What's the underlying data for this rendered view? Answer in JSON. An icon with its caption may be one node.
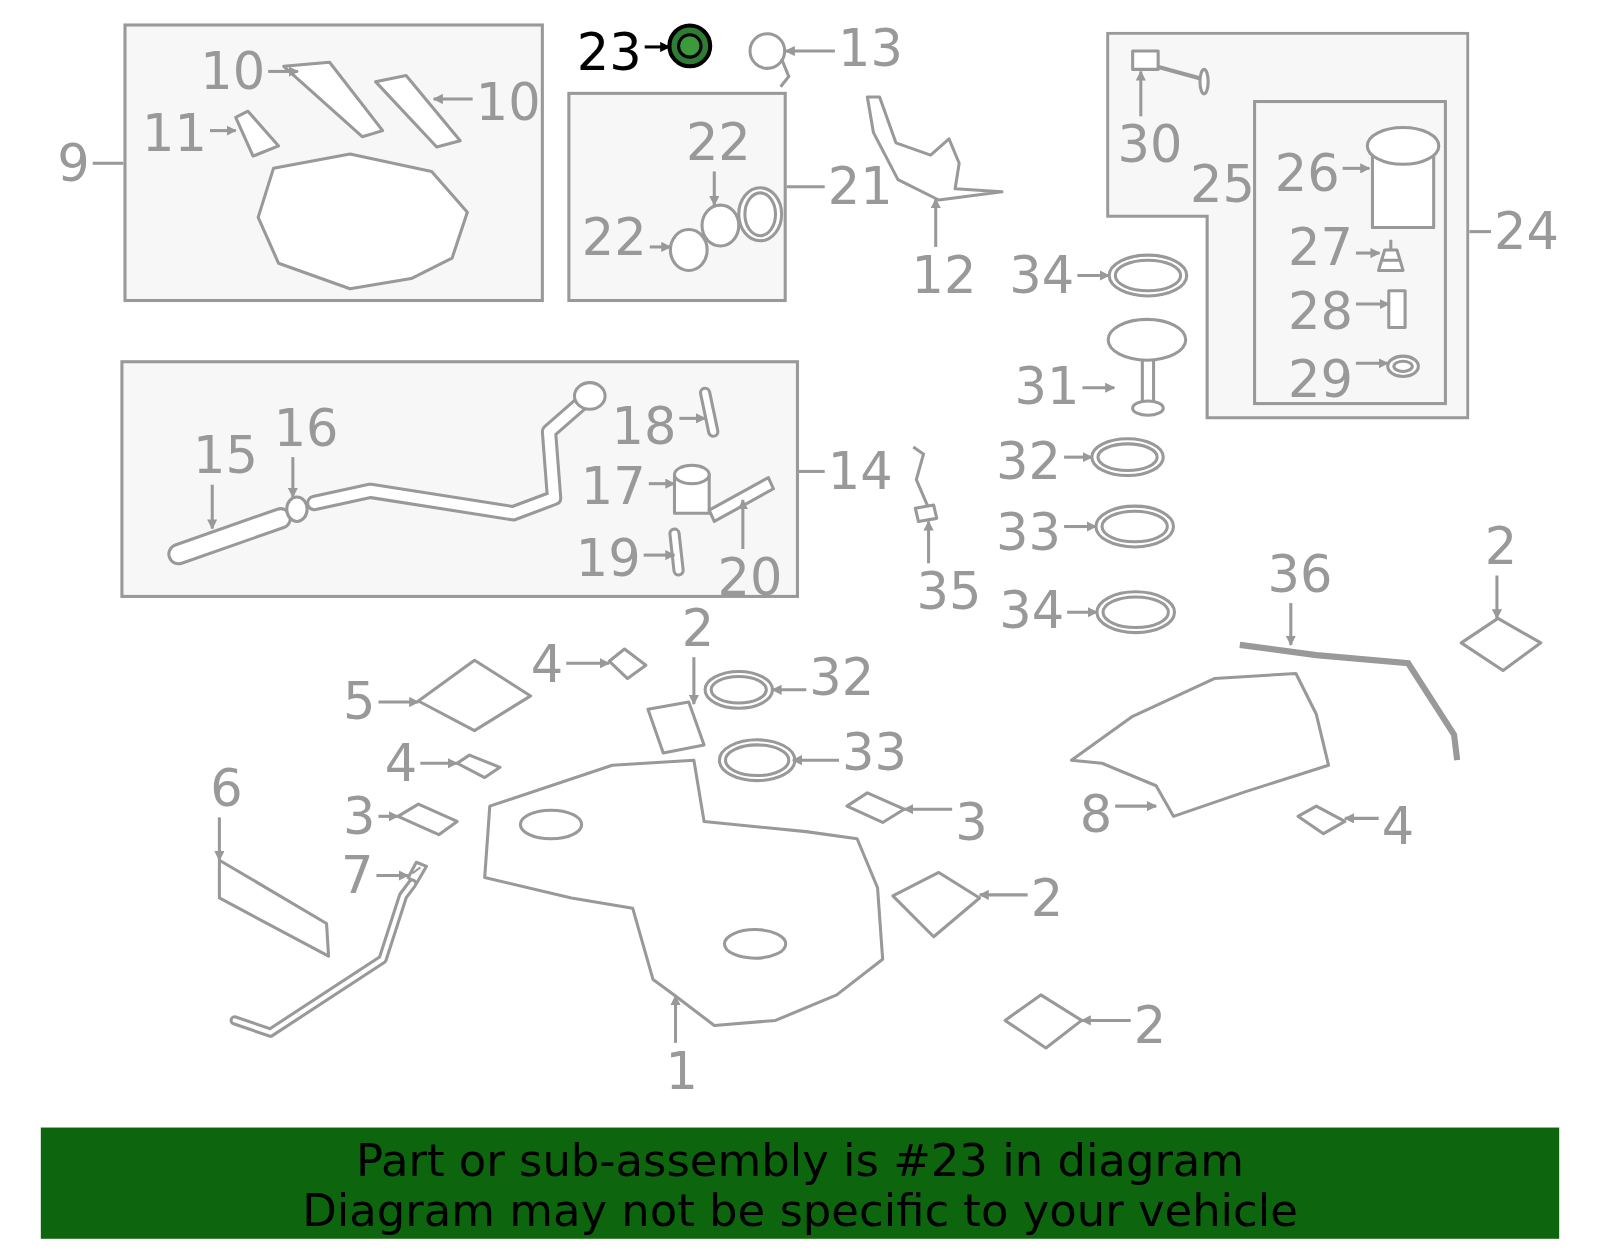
{
  "diagram": {
    "nodes": [
      {
        "text": [],
        "shape": "box"
      },
      {
        "text": [
          "10"
        ],
        "in": 0
      },
      {
        "text": [
          "10"
        ],
        "in": 0
      },
      {
        "text": [
          "11"
        ],
        "in": 0
      },
      {
        "text": [
          "9"
        ]
      },
      {
        "text": [
          "23"
        ]
      },
      {
        "text": [
          "13"
        ]
      },
      {
        "text": [],
        "shape": "box"
      },
      {
        "text": [
          "22"
        ],
        "in": 7
      },
      {
        "text": [
          "22"
        ],
        "in": 7
      },
      {
        "text": [
          "21"
        ]
      },
      {
        "text": [
          "12"
        ]
      },
      {
        "text": [],
        "shape": "box"
      },
      {
        "text": [
          "30"
        ],
        "in": 12
      },
      {
        "text": [
          "25"
        ],
        "in": 12
      },
      {
        "text": [
          "26"
        ],
        "in": 14
      },
      {
        "text": [
          "27"
        ],
        "in": 14
      },
      {
        "text": [
          "28"
        ],
        "in": 14
      },
      {
        "text": [
          "29"
        ],
        "in": 14
      },
      {
        "text": [
          "24"
        ]
      },
      {
        "text": [
          "34"
        ]
      },
      {
        "text": [
          "31"
        ]
      },
      {
        "text": [],
        "shape": "box"
      },
      {
        "text": [
          "15"
        ],
        "in": 22
      },
      {
        "text": [
          "16"
        ],
        "in": 22
      },
      {
        "text": [
          "18"
        ],
        "in": 22
      },
      {
        "text": [
          "17"
        ],
        "in": 22
      },
      {
        "text": [
          "19"
        ],
        "in": 22
      },
      {
        "text": [
          "20"
        ],
        "in": 22
      },
      {
        "text": [
          "14"
        ]
      },
      {
        "text": [
          "32"
        ]
      },
      {
        "text": [
          "33"
        ]
      },
      {
        "text": [
          "35"
        ]
      },
      {
        "text": [
          "34"
        ]
      },
      {
        "text": [
          "36"
        ]
      },
      {
        "text": [
          "2"
        ]
      },
      {
        "text": [
          "2"
        ]
      },
      {
        "text": [
          "4"
        ]
      },
      {
        "text": [
          "32"
        ]
      },
      {
        "text": [
          "5"
        ]
      },
      {
        "text": [
          "4"
        ]
      },
      {
        "text": [
          "33"
        ]
      },
      {
        "text": [
          "6"
        ]
      },
      {
        "text": [
          "3"
        ]
      },
      {
        "text": [
          "3"
        ]
      },
      {
        "text": [
          "8"
        ]
      },
      {
        "text": [
          "4"
        ]
      },
      {
        "text": [
          "7"
        ]
      },
      {
        "text": [
          "2"
        ]
      },
      {
        "text": [
          "2"
        ]
      },
      {
        "text": [
          "1"
        ]
      },
      {
        "text": [
          "Part or sub-assembly is #23 in diagram",
          "Diagram may not be specific to your vehicle"
        ]
      },
      {
        "text": [],
        "shape": "picture",
        "in": 0
      },
      {
        "text": [],
        "shape": "picture",
        "in": 0
      },
      {
        "text": [],
        "shape": "picture",
        "in": 0
      },
      {
        "text": [],
        "shape": "picture"
      },
      {
        "text": [],
        "shape": "circle"
      },
      {
        "text": [],
        "shape": "circle",
        "in": 7
      },
      {
        "text": [],
        "shape": "circle",
        "in": 7
      },
      {
        "text": [],
        "shape": "picture"
      },
      {
        "text": [],
        "shape": "picture",
        "in": 12
      },
      {
        "text": [],
        "shape": "cylinder",
        "in": 14
      },
      {
        "text": [],
        "shape": "box",
        "in": 14
      },
      {
        "text": [],
        "shape": "cylinder",
        "in": 14
      },
      {
        "text": [],
        "shape": "picture",
        "in": 14
      },
      {
        "text": [],
        "shape": "picture"
      },
      {
        "text": [],
        "shape": "picture"
      },
      {
        "text": [],
        "shape": "picture",
        "in": 22
      },
      {
        "text": [],
        "shape": "circle",
        "in": 22
      },
      {
        "text": [],
        "shape": "picture",
        "in": 22
      },
      {
        "text": [],
        "shape": "cylinder",
        "in": 22
      },
      {
        "text": [],
        "shape": "picture",
        "in": 22
      },
      {
        "text": [],
        "shape": "picture",
        "in": 22
      },
      {
        "text": [],
        "shape": "picture"
      },
      {
        "text": [],
        "shape": "picture"
      },
      {
        "text": [],
        "shape": "picture"
      },
      {
        "text": [],
        "shape": "picture"
      },
      {
        "text": [],
        "shape": "picture"
      },
      {
        "text": [],
        "shape": "picture"
      },
      {
        "text": [],
        "shape": "picture"
      },
      {
        "text": [],
        "shape": "picture"
      },
      {
        "text": [],
        "shape": "picture"
      },
      {
        "text": [],
        "shape": "picture"
      },
      {
        "text": [],
        "shape": "picture"
      },
      {
        "text": [],
        "shape": "picture"
      },
      {
        "text": [],
        "shape": "bar"
      },
      {
        "text": [],
        "shape": "picture"
      },
      {
        "text": [],
        "shape": "picture"
      },
      {
        "text": [],
        "shape": "picture"
      },
      {
        "text": [],
        "shape": "picture"
      },
      {
        "text": [],
        "shape": "picture"
      },
      {
        "text": [],
        "shape": "picture"
      },
      {
        "text": [],
        "shape": "picture"
      },
      {
        "text": [],
        "shape": "picture"
      }
    ],
    "edges": [
      {
        "from": 1,
        "to": 52,
        "arrow": "to"
      },
      {
        "from": 2,
        "to": 53,
        "arrow": "to"
      },
      {
        "from": 3,
        "to": 54,
        "arrow": "to"
      },
      {
        "from": 4,
        "to": 0,
        "arrow": "none"
      },
      {
        "from": 5,
        "to": 55,
        "arrow": "to",
        "color": "#000000"
      },
      {
        "from": 6,
        "to": 56,
        "arrow": "to"
      },
      {
        "from": 8,
        "to": 57,
        "arrow": "to"
      },
      {
        "from": 9,
        "to": 58,
        "arrow": "to"
      },
      {
        "from": 10,
        "to": 7,
        "arrow": "none"
      },
      {
        "from": 11,
        "to": 59,
        "arrow": "to"
      },
      {
        "from": 13,
        "to": 60,
        "arrow": "to"
      },
      {
        "from": 15,
        "to": 61,
        "arrow": "to"
      },
      {
        "from": 16,
        "to": 62,
        "arrow": "to"
      },
      {
        "from": 17,
        "to": 63,
        "arrow": "to"
      },
      {
        "from": 18,
        "to": 64,
        "arrow": "to"
      },
      {
        "from": 19,
        "to": 12,
        "arrow": "none"
      },
      {
        "from": 20,
        "to": 65,
        "arrow": "to"
      },
      {
        "from": 21,
        "to": 66,
        "arrow": "to"
      },
      {
        "from": 23,
        "to": 67,
        "arrow": "to"
      },
      {
        "from": 24,
        "to": 68,
        "arrow": "to"
      },
      {
        "from": 25,
        "to": 69,
        "arrow": "to"
      },
      {
        "from": 26,
        "to": 70,
        "arrow": "to"
      },
      {
        "from": 27,
        "to": 71,
        "arrow": "to"
      },
      {
        "from": 28,
        "to": 72,
        "arrow": "to"
      },
      {
        "from": 29,
        "to": 22,
        "arrow": "none"
      },
      {
        "from": 30,
        "to": 73,
        "arrow": "to"
      },
      {
        "from": 31,
        "to": 74,
        "arrow": "to"
      },
      {
        "from": 32,
        "to": 75,
        "arrow": "to"
      },
      {
        "from": 33,
        "to": 76,
        "arrow": "to"
      },
      {
        "from": 34,
        "to": 77,
        "arrow": "to"
      },
      {
        "from": 35,
        "to": 78,
        "arrow": "to"
      },
      {
        "from": 36,
        "to": 79,
        "arrow": "to"
      },
      {
        "from": 37,
        "to": 80,
        "arrow": "to"
      },
      {
        "from": 38,
        "to": 81,
        "arrow": "to"
      },
      {
        "from": 39,
        "to": 82,
        "arrow": "to"
      },
      {
        "from": 40,
        "to": 83,
        "arrow": "to"
      },
      {
        "from": 41,
        "to": 84,
        "arrow": "to"
      },
      {
        "from": 42,
        "to": 85,
        "arrow": "to"
      },
      {
        "from": 43,
        "to": 86,
        "arrow": "to"
      },
      {
        "from": 44,
        "to": 87,
        "arrow": "to"
      },
      {
        "from": 45,
        "to": 88,
        "arrow": "to"
      },
      {
        "from": 46,
        "to": 89,
        "arrow": "to"
      },
      {
        "from": 47,
        "to": 90,
        "arrow": "to"
      },
      {
        "from": 48,
        "to": 91,
        "arrow": "to"
      },
      {
        "from": 49,
        "to": 92,
        "arrow": "to"
      },
      {
        "from": 50,
        "to": 93,
        "arrow": "to"
      }
    ]
  }
}
